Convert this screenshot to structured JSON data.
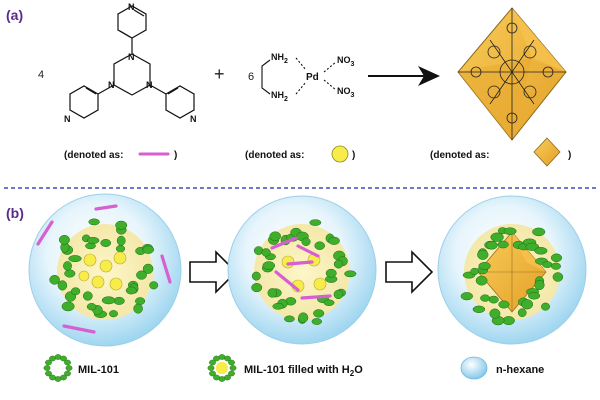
{
  "panel_a": {
    "label": "(a)",
    "reactant1_coefficient": "4",
    "reactant2_coefficient": "6",
    "plus": "+",
    "nh2_top": "NH",
    "nh2_bottom": "NH",
    "subscript_2": "2",
    "pd": "Pd",
    "no3_top": "NO",
    "no3_bottom": "NO",
    "subscript_3": "3",
    "atom_n": "N",
    "caption_prefix": "(denoted as:",
    "caption_suffix": ")"
  },
  "panel_b": {
    "label": "(b)",
    "legend": {
      "mil101": "MIL-101",
      "mil101_filled_prefix": "MIL-101 filled with H",
      "mil101_filled_sub": "2",
      "mil101_filled_suffix": "O",
      "hexane": "n-hexane"
    }
  },
  "colors": {
    "label_purple": "#5a2a8c",
    "divider_blue": "#3b4cc0",
    "ligand_pink": "#d75fd0",
    "cage_gold": "#f0b43c",
    "mof_green": "#3fae2a",
    "water_yellow": "#f7ec4a",
    "droplet_blue": "#a9dcf3"
  }
}
